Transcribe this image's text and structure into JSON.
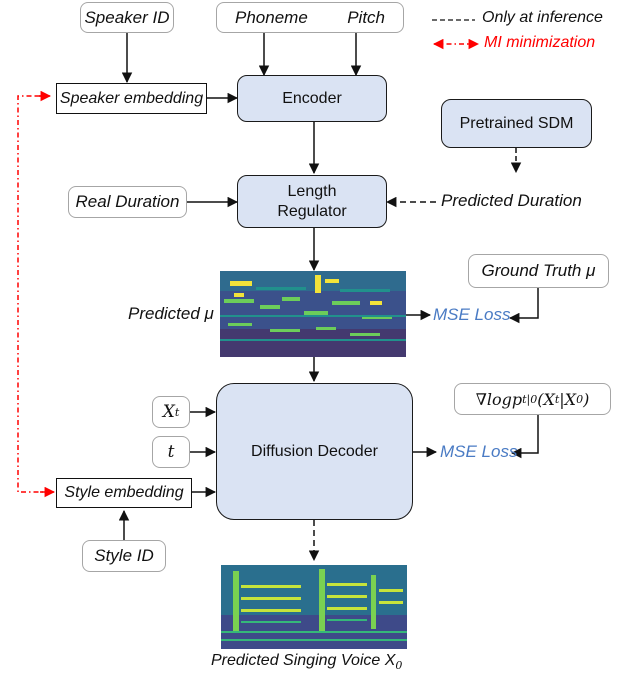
{
  "inputs": {
    "speaker_id": "Speaker ID",
    "phoneme": "Phoneme",
    "pitch": "Pitch",
    "real_duration": "Real Duration",
    "predicted_duration": "Predicted Duration",
    "ground_truth_mu": "Ground Truth μ",
    "score": "∇logp",
    "score_sub": "t|0",
    "score_args": "(X",
    "score_args_sub1": "t",
    "score_args_mid": "|X",
    "score_args_sub2": "0",
    "score_args_end": ")",
    "xt": "X",
    "xt_sub": "t",
    "t": "t",
    "style_id": "Style ID"
  },
  "blocks": {
    "encoder": "Encoder",
    "length_regulator_line1": "Length",
    "length_regulator_line2": "Regulator",
    "pretrained_sdm": "Pretrained SDM",
    "diffusion_decoder": "Diffusion Decoder",
    "speaker_embedding": "Speaker embedding",
    "style_embedding": "Style embedding"
  },
  "labels": {
    "predicted_mu": "Predicted μ",
    "mse_loss_1": "MSE Loss",
    "mse_loss_2": "MSE Loss",
    "predicted_voice": "Predicted Singing Voice X",
    "predicted_voice_sub": "0"
  },
  "legend": {
    "inference_only": "Only at inference",
    "mi_minimization": "MI minimization"
  },
  "colors": {
    "block_fill": "#dae3f3",
    "mi_arrow": "#ff0000",
    "loss_text": "#4a7bc4"
  }
}
